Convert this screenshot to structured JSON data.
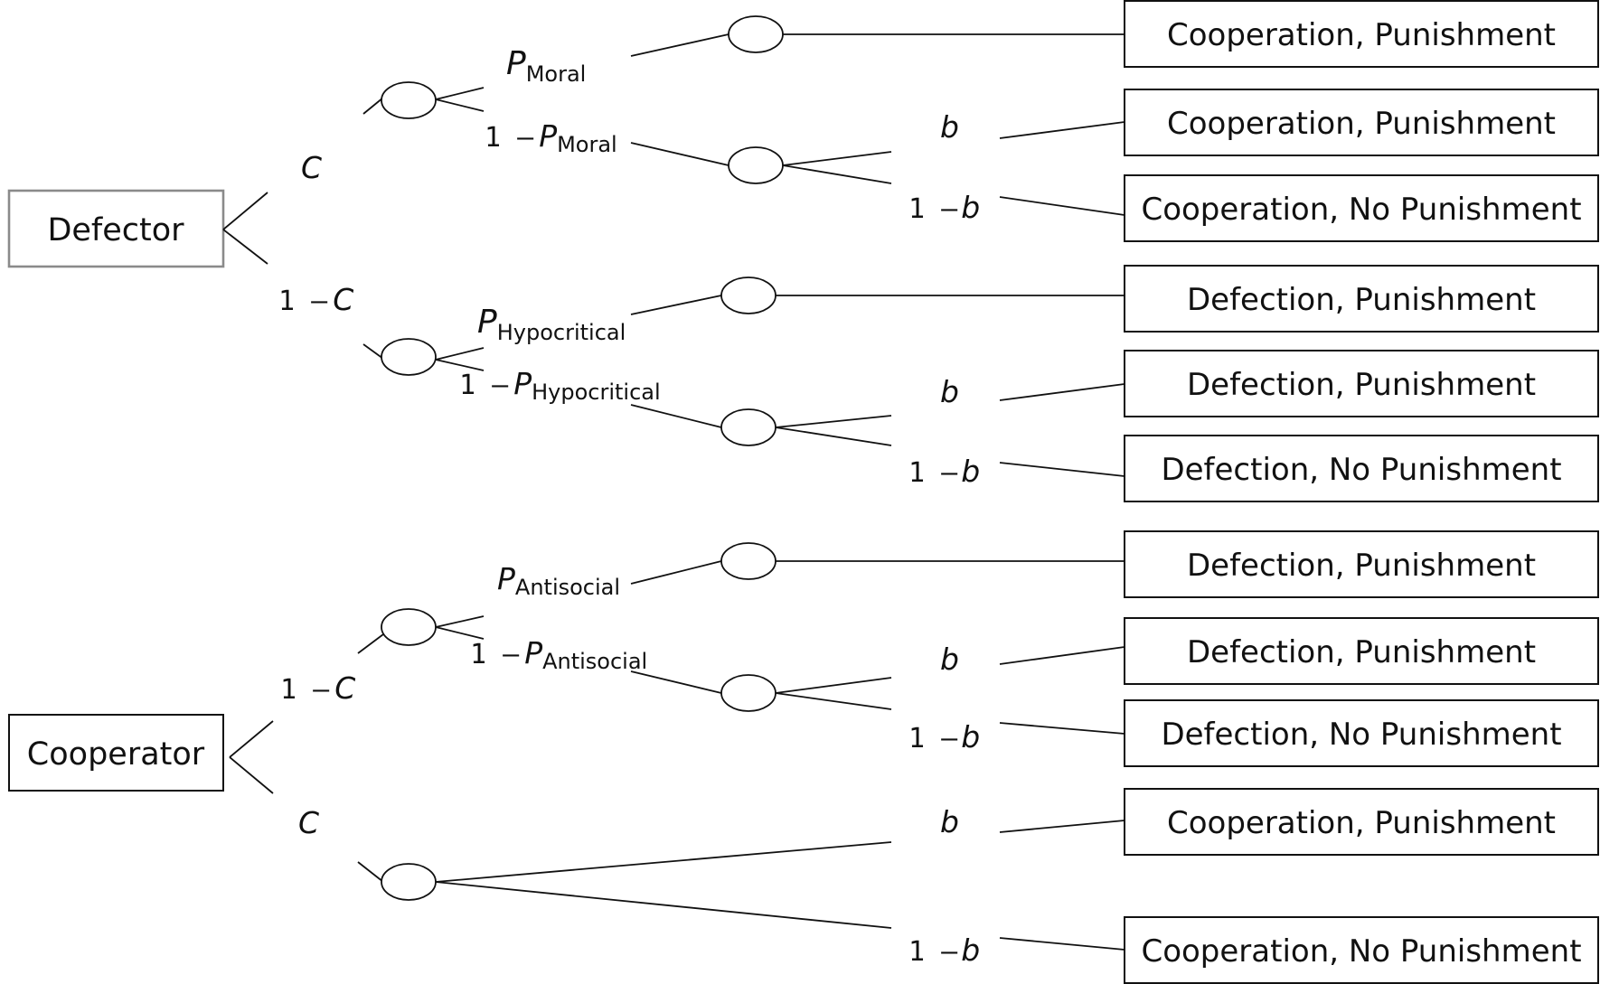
{
  "roots": {
    "defector": "Defector",
    "cooperator": "Cooperator"
  },
  "labels": {
    "one_minus": "1 –",
    "C": "C",
    "P": "P",
    "b": "b",
    "moral": "Moral",
    "hypocritical": "Hypocritical",
    "antisocial": "Antisocial"
  },
  "outcomes": [
    "Cooperation, Punishment",
    "Cooperation, Punishment",
    "Cooperation, No Punishment",
    "Defection, Punishment",
    "Defection, Punishment",
    "Defection, No Punishment",
    "Defection, Punishment",
    "Defection, Punishment",
    "Defection, No Punishment",
    "Cooperation, Punishment",
    "Cooperation, No Punishment"
  ]
}
